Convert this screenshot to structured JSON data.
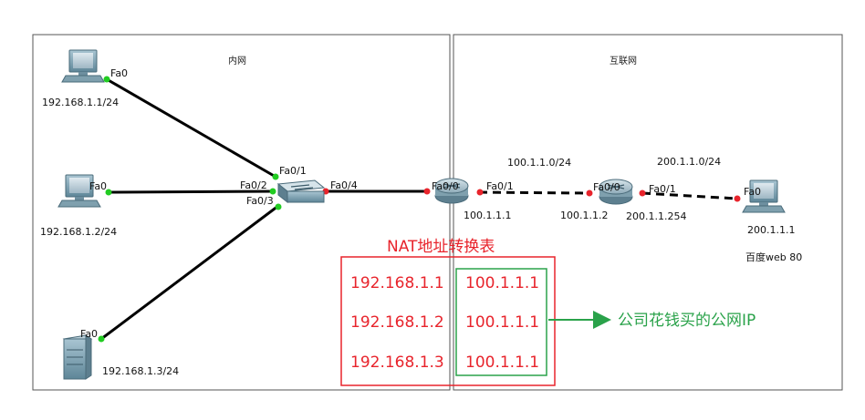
{
  "zones": {
    "lan": "内网",
    "internet": "互联网"
  },
  "pcs": [
    {
      "port": "Fa0",
      "ip": "192.168.1.1/24"
    },
    {
      "port": "Fa0",
      "ip": "192.168.1.2/24"
    }
  ],
  "server_left": {
    "port": "Fa0",
    "ip": "192.168.1.3/24"
  },
  "switch": {
    "ports": [
      "Fa0/1",
      "Fa0/2",
      "Fa0/3",
      "Fa0/4"
    ]
  },
  "router1": {
    "port_in": "Fa0/0",
    "port_out": "Fa0/1",
    "ip": "100.1.1.1"
  },
  "router2": {
    "port_in": "Fa0/0",
    "port_out": "Fa0/1",
    "ip_in": "100.1.1.2",
    "ip_out": "200.1.1.254"
  },
  "networks": {
    "wan1": "100.1.1.0/24",
    "wan2": "200.1.1.0/24"
  },
  "server_right": {
    "port": "Fa0",
    "ip": "200.1.1.1",
    "label": "百度web  80"
  },
  "nat_table": {
    "title": "NAT地址转换表",
    "rows": [
      {
        "inside": "192.168.1.1",
        "outside": "100.1.1.1"
      },
      {
        "inside": "192.168.1.2",
        "outside": "100.1.1.1"
      },
      {
        "inside": "192.168.1.3",
        "outside": "100.1.1.1"
      }
    ]
  },
  "public_ip_note": "公司花钱买的公网IP",
  "colors": {
    "link_up": "#22cc22",
    "link_down": "#e8242c",
    "nat_red": "#e8242c",
    "nat_green": "#2aa24a"
  }
}
